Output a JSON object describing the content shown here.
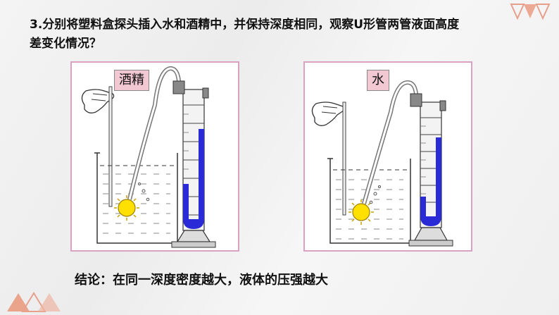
{
  "question": {
    "text": "3.分别将塑料盒探头插入水和酒精中，并保持深度相同，观察U形管两管液面高度差变化情况？"
  },
  "panels": [
    {
      "label": "酒精",
      "liquid_color": "#2a2ad6"
    },
    {
      "label": "水",
      "liquid_color": "#2a2ad6"
    }
  ],
  "conclusion": {
    "text": "结论：在同一深度密度越大，液体的压强越大"
  },
  "colors": {
    "accent": "#e8a48c",
    "panel_border": "#d9a2c2",
    "label_bg": "#f2c8d3"
  }
}
